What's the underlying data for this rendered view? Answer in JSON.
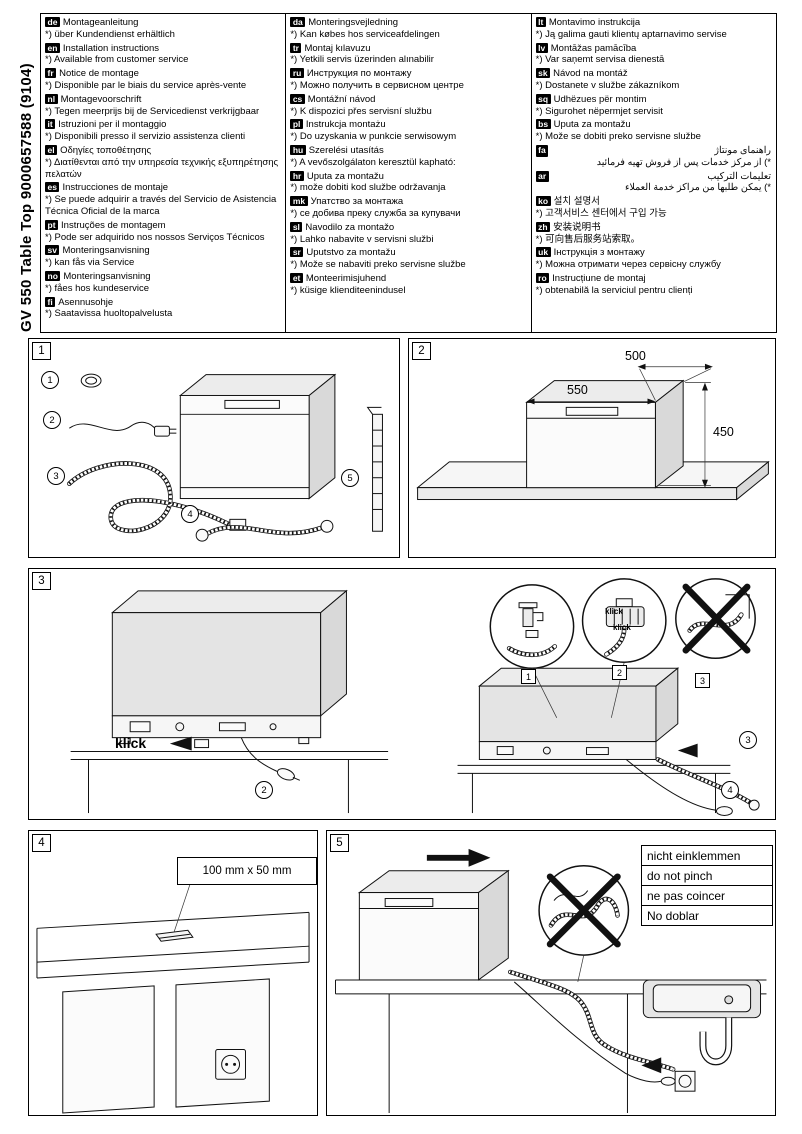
{
  "page": {
    "side_title": "GV 550 Table Top 9000657588 (9104)"
  },
  "languages": {
    "col1": [
      {
        "code": "de",
        "line1": "Montageanleitung",
        "line2": "*) über Kundendienst erhältlich"
      },
      {
        "code": "en",
        "line1": "Installation instructions",
        "line2": "*) Available from customer service"
      },
      {
        "code": "fr",
        "line1": "Notice de montage",
        "line2": "*) Disponible par le biais du service après-vente"
      },
      {
        "code": "nl",
        "line1": "Montagevoorschrift",
        "line2": "*) Tegen meerprijs bij de Servicedienst verkrijgbaar"
      },
      {
        "code": "it",
        "line1": "Istruzioni per il montaggio",
        "line2": "*) Disponibili presso il servizio assistenza clienti"
      },
      {
        "code": "el",
        "line1": "Οδηγίες τοποθέτησης",
        "line2": "*) Διατίθενται από την υπηρεσία τεχνικής εξυπηρέτησης πελατών"
      },
      {
        "code": "es",
        "line1": "Instrucciones de montaje",
        "line2": "*) Se puede adquirir a través del Servicio de Asistencia Técnica Oficial de la marca"
      },
      {
        "code": "pt",
        "line1": "Instruções de montagem",
        "line2": "*) Pode ser adquirido nos nossos Serviços Técnicos"
      },
      {
        "code": "sv",
        "line1": "Monteringsanvisning",
        "line2": "*) kan fås via Service"
      },
      {
        "code": "no",
        "line1": "Monteringsanvisning",
        "line2": "*) fåes hos kundeservice"
      },
      {
        "code": "fi",
        "line1": "Asennusohje",
        "line2": "*) Saatavissa huoltopalvelusta"
      }
    ],
    "col2": [
      {
        "code": "da",
        "line1": "Monteringsvejledning",
        "line2": "*) Kan købes hos serviceafdelingen"
      },
      {
        "code": "tr",
        "line1": "Montaj kılavuzu",
        "line2": "*) Yetkili servis üzerinden alınabilir"
      },
      {
        "code": "ru",
        "line1": "Инструкция по монтажу",
        "line2": "*) Можно получить в сервисном центре"
      },
      {
        "code": "cs",
        "line1": "Montážní návod",
        "line2": "*) K dispozici přes servisní službu"
      },
      {
        "code": "pl",
        "line1": "Instrukcja montażu",
        "line2": "*) Do uzyskania w punkcie serwisowym"
      },
      {
        "code": "hu",
        "line1": "Szerelési utasítás",
        "line2": "*) A vevőszolgálaton keresztül kapható:"
      },
      {
        "code": "hr",
        "line1": "Uputa za montažu",
        "line2": "*) može dobiti kod službe održavanja"
      },
      {
        "code": "mk",
        "line1": "Упатство за монтажа",
        "line2": "*) се добива преку служба за купувачи"
      },
      {
        "code": "sl",
        "line1": "Navodilo za montažo",
        "line2": "*) Lahko nabavite v servisni službi"
      },
      {
        "code": "sr",
        "line1": "Uputstvo za montažu",
        "line2": "*) Može se nabaviti preko servisne službe"
      },
      {
        "code": "et",
        "line1": "Monteerimisjuhend",
        "line2": "*) küsige klienditeenindusel"
      }
    ],
    "col3": [
      {
        "code": "lt",
        "line1": "Montavimo instrukcija",
        "line2": "*) Ją galima gauti klientų aptarnavimo servise"
      },
      {
        "code": "lv",
        "line1": "Montāžas pamācība",
        "line2": "*) Var saņemt servisa dienestā"
      },
      {
        "code": "sk",
        "line1": "Návod na montáž",
        "line2": "*) Dostanete v službe zákazníkom"
      },
      {
        "code": "sq",
        "line1": "Udhëzues për montim",
        "line2": "*) Sigurohet nëpermjet servisit"
      },
      {
        "code": "bs",
        "line1": "Uputa za montažu",
        "line2": "*) Može se dobiti preko servisne službe"
      },
      {
        "code": "fa",
        "line1": "راهنمای مونتاژ",
        "line2": "*) از مرکز خدمات پس از فروش تهیه فرمائید",
        "rtl": true
      },
      {
        "code": "ar",
        "line1": "تعليمات التركيب",
        "line2": "*) يمكن طلبها من مراكز خدمة العملاء",
        "rtl": true
      },
      {
        "code": "ko",
        "line1": "설치 설명서",
        "line2": "*) 고객서비스 센터에서 구입 가능"
      },
      {
        "code": "zh",
        "line1": "安装说明书",
        "line2": "*) 可向售后服务站索取。"
      },
      {
        "code": "uk",
        "line1": "Інструкція з монтажу",
        "line2": "*) Можна отримати через сервісну службу"
      },
      {
        "code": "ro",
        "line1": "Instrucțiune de montaj",
        "line2": "*) obtenabilă la serviciul pentru clienți"
      }
    ]
  },
  "figures": {
    "f1": {
      "num": "1",
      "callouts": [
        "1",
        "2",
        "3",
        "4",
        "5"
      ]
    },
    "f2": {
      "num": "2",
      "dims": {
        "width": "550",
        "depth": "500",
        "height": "450"
      }
    },
    "f3": {
      "num": "3",
      "klick": "klick",
      "klick_small": "klick",
      "squares": [
        "1",
        "2",
        "3"
      ],
      "callouts": [
        "2",
        "3",
        "4"
      ]
    },
    "f4": {
      "num": "4",
      "cutout_label": "100 mm x 50 mm"
    },
    "f5": {
      "num": "5",
      "warning": [
        "nicht einklemmen",
        "do not pinch",
        "ne pas coincer",
        "No doblar"
      ]
    }
  }
}
